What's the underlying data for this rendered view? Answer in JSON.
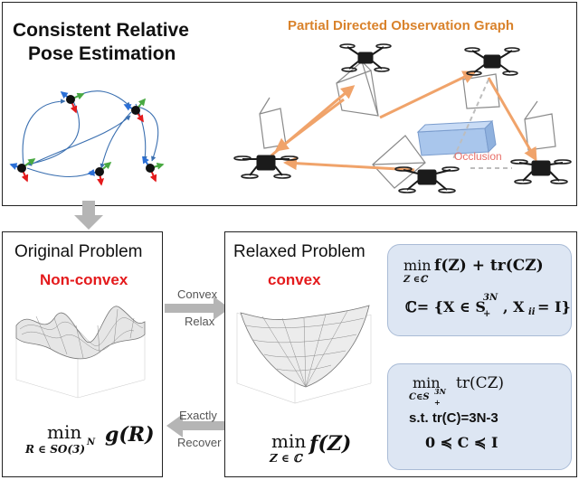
{
  "top": {
    "title_line1": "Consistent Relative",
    "title_line2": "Pose Estimation",
    "graph_title": "Partial Directed Observation Graph",
    "occlusion_label": "Occlusion"
  },
  "left": {
    "title": "Original Problem",
    "subtitle": "Non-convex",
    "formula_min": "min",
    "formula_sub": "R ∈ SO(3)",
    "formula_sup": "N",
    "formula_obj": "g(R)"
  },
  "middle": {
    "convex_label": "Convex",
    "relax_label": "Relax",
    "exactly_label": "Exactly",
    "recover_label": "Recover"
  },
  "right": {
    "title": "Relaxed Problem",
    "subtitle": "convex",
    "formula_min": "min",
    "formula_sub": "Z ∈ ℂ",
    "formula_obj": "f(Z)"
  },
  "box1": {
    "min": "min",
    "sub": "Z ∈ℂ",
    "objective": "f(Z) + tr(CZ)",
    "set_def": "ℂ= {X ∈ S",
    "set_sup": "3N",
    "set_subplus": "+",
    "set_rest": ", X",
    "set_ii": "ii",
    "set_end": " = I}"
  },
  "box2": {
    "min": "min",
    "sub": "C∈S",
    "sub_sup": "3N",
    "sub_plus": "+",
    "objective": "tr(CZ)",
    "st_line": "s.t. tr(C)=3N-3",
    "bound_line": "0 ≼ C ≼ I"
  },
  "colors": {
    "accent_red": "#e41a1c",
    "accent_orange": "#d9822b",
    "graph_blue": "#3a6fb0",
    "arrow_gray": "#b5b5b5",
    "box_fill": "#dde6f3"
  }
}
